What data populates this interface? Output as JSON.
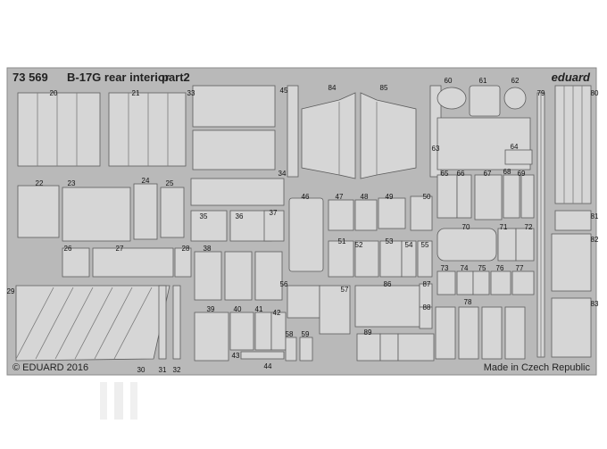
{
  "header": {
    "number": "73 569",
    "name": "B-17G rear interior",
    "part": "part2",
    "brand": "eduard"
  },
  "footer": {
    "copyright": "© EDUARD 2016",
    "made_in": "Made in Czech Republic"
  },
  "part_numbers": [
    "20",
    "21",
    "22",
    "23",
    "24",
    "25",
    "26",
    "27",
    "28",
    "29",
    "30",
    "31",
    "32",
    "33",
    "34",
    "35",
    "36",
    "37",
    "38",
    "39",
    "40",
    "41",
    "42",
    "43",
    "44",
    "45",
    "46",
    "47",
    "48",
    "49",
    "50",
    "51",
    "52",
    "53",
    "54",
    "55",
    "56",
    "57",
    "58",
    "59",
    "60",
    "61",
    "62",
    "63",
    "64",
    "65",
    "66",
    "67",
    "68",
    "69",
    "70",
    "71",
    "72",
    "73",
    "74",
    "75",
    "76",
    "77",
    "78",
    "79",
    "80",
    "81",
    "82",
    "83",
    "84",
    "85",
    "86",
    "87",
    "88",
    "89"
  ],
  "colors": {
    "fret": "#b9b9b9",
    "fret_edge": "#8a8a8a",
    "part": "#d6d6d6",
    "part_edge": "#5c5c5c",
    "background": "#ffffff"
  }
}
